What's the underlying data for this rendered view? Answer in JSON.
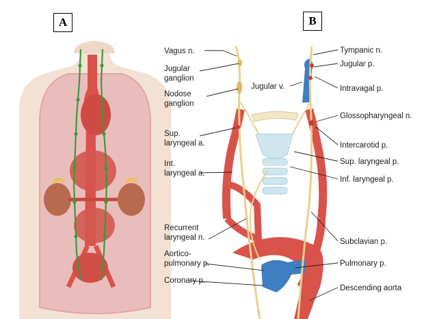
{
  "panels": {
    "a": "A",
    "b": "B"
  },
  "labels": {
    "vagus_n": "Vagus n.",
    "jugular_ganglion_1": "Jugular",
    "jugular_ganglion_2": "ganglion",
    "nodose_ganglion_1": "Nodose",
    "nodose_ganglion_2": "ganglion",
    "jugular_v": "Jugular v.",
    "sup_laryngeal_a_1": "Sup.",
    "sup_laryngeal_a_2": "laryngeal a.",
    "int_laryngeal_a_1": "Int.",
    "int_laryngeal_a_2": "laryngeal a.",
    "recurrent_laryngeal_n_1": "Recurrent",
    "recurrent_laryngeal_n_2": "laryngeal n.",
    "aortico_pulmonary_p_1": "Aortico-",
    "aortico_pulmonary_p_2": "pulmonary p.",
    "coronary_p": "Coronary p.",
    "tympanic_n": "Tympanic n.",
    "jugular_p": "Jugular p.",
    "intravagal_p": "Intravagal p.",
    "glossopharyngeal_n": "Glossopharyngeal n.",
    "intercarotid_p": "Intercarotid p.",
    "sup_laryngeal_p": "Sup. laryngeal p.",
    "inf_laryngeal_p": "Inf. laryngeal p.",
    "subclavian_p": "Subclavian p.",
    "pulmonary_p": "Pulmonary p.",
    "descending_aorta": "Descending aorta"
  },
  "colors": {
    "skin": "#f3e2d4",
    "cavity": "#e7b7b7",
    "artery": "#d9534b",
    "vein_blue": "#3d7fc1",
    "nerve": "#e9cf8a",
    "chain_green": "#3a9a3a",
    "cartilage": "#cfe6ef"
  }
}
